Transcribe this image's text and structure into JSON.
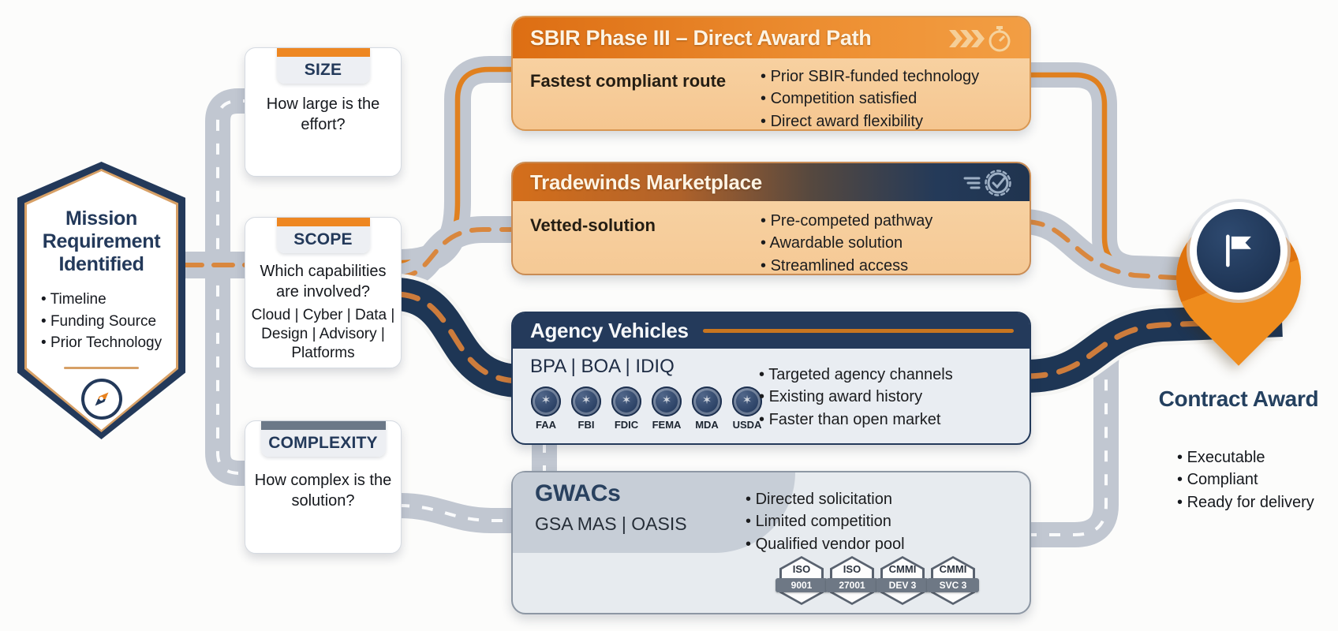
{
  "colors": {
    "navy": "#23395a",
    "orange": "#e8821e",
    "peach_body": "#f7cf9e",
    "road_gray": "#c1c7d1",
    "road_navy": "#1e3655",
    "dash_orange": "#d9873e",
    "card_gray": "#e7ebef",
    "accent_size": "#ee8722",
    "accent_scope": "#ee8722",
    "accent_complexity": "#6b7888"
  },
  "shield": {
    "title": "Mission Requirement Identified",
    "bullets": [
      "Timeline",
      "Funding Source",
      "Prior Technology"
    ],
    "icon": "compass-icon"
  },
  "questions": [
    {
      "tab": "SIZE",
      "question": "How large is the effort?"
    },
    {
      "tab": "SCOPE",
      "question": "Which capabilities are involved?",
      "detail": "Cloud | Cyber | Data | Design | Advisory | Platforms"
    },
    {
      "tab": "COMPLEXITY",
      "question": "How complex is the solution?"
    }
  ],
  "paths": [
    {
      "title": "SBIR Phase III – Direct Award Path",
      "icon": "fast-forward-stopwatch-icon",
      "subtitle": "Fastest compliant route",
      "bullets": [
        "Prior SBIR-funded technology",
        "Competition satisfied",
        "Direct award flexibility"
      ]
    },
    {
      "title": "Tradewinds Marketplace",
      "icon": "speed-seal-check-icon",
      "subtitle": "Vetted-solution",
      "bullets": [
        "Pre-competed pathway",
        "Awardable solution",
        "Streamlined access"
      ]
    },
    {
      "title": "Agency Vehicles",
      "subtitle": "BPA | BOA | IDIQ",
      "agencies": [
        "FAA",
        "FBI",
        "FDIC",
        "FEMA",
        "MDA",
        "USDA"
      ],
      "bullets": [
        "Targeted agency channels",
        "Existing award history",
        "Faster than open market"
      ]
    },
    {
      "title": "GWACs",
      "subtitle": "GSA MAS | OASIS",
      "bullets": [
        "Directed solicitation",
        "Limited competition",
        "Qualified vendor pool"
      ],
      "badges": [
        {
          "line1": "ISO",
          "line2": "9001"
        },
        {
          "line1": "ISO",
          "line2": "27001"
        },
        {
          "line1": "CMMI",
          "line2": "DEV 3"
        },
        {
          "line1": "CMMI",
          "line2": "SVC 3"
        }
      ]
    }
  ],
  "award": {
    "title": "Contract Award",
    "icon": "flag-pin-icon",
    "bullets": [
      "Executable",
      "Compliant",
      "Ready for delivery"
    ]
  }
}
